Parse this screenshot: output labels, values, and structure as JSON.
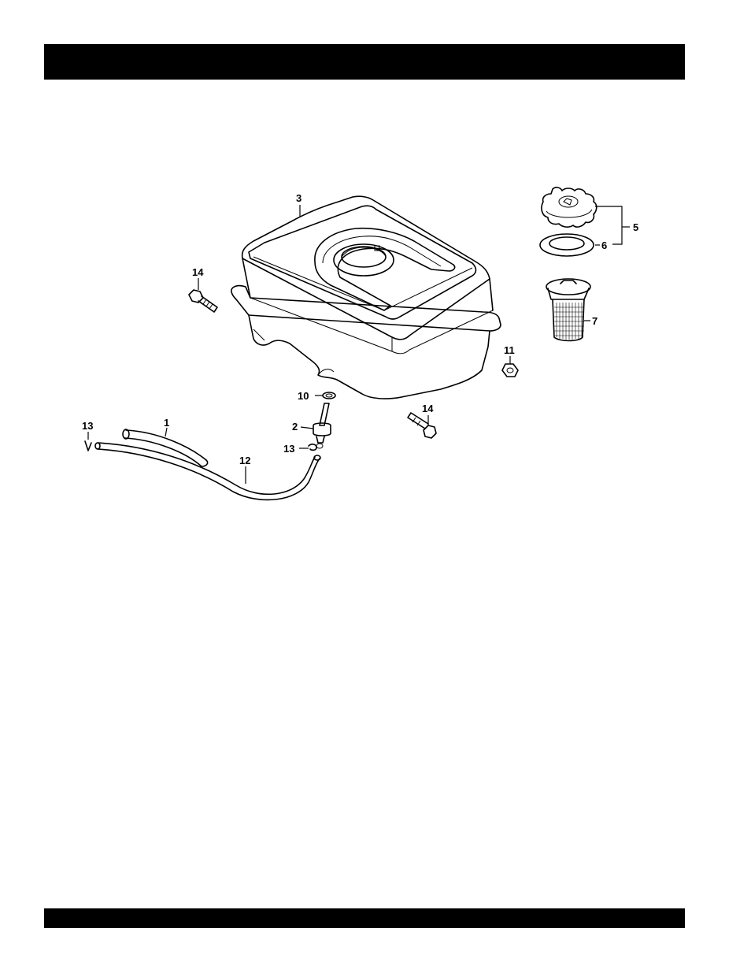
{
  "header_bar": {
    "color": "#000000"
  },
  "footer_bar": {
    "color": "#000000"
  },
  "diagram": {
    "callouts": {
      "c1": "1",
      "c2": "2",
      "c3": "3",
      "c5": "5",
      "c6": "6",
      "c7": "7",
      "c10": "10",
      "c11": "11",
      "c12": "12",
      "c13a": "13",
      "c13b": "13",
      "c14a": "14",
      "c14b": "14"
    },
    "parts": [
      "fuel-tank",
      "fuel-cap",
      "cap-gasket",
      "strainer-filter",
      "fuel-valve",
      "fuel-hose",
      "drain-tube",
      "hose-clip",
      "flange-bolt",
      "nut",
      "valve-washer"
    ]
  }
}
